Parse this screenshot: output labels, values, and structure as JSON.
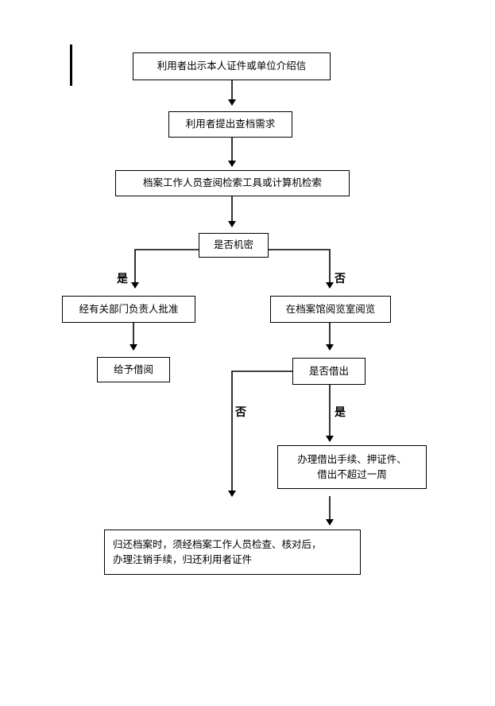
{
  "nodes": {
    "step1": "利用者出示本人证件或单位介绍信",
    "step2": "利用者提出查档需求",
    "step3": "档案工作人员查阅检索工具或计算机检索",
    "decision1": "是否机密",
    "secret_yes": "经有关部门负责人批准",
    "grant": "给予借阅",
    "secret_no": "在档案馆阅览室阅览",
    "decision2": "是否借出",
    "borrow_yes": "办理借出手续、押证件、\n借出不超过一周",
    "return": "归还档案时，须经档案工作人员检查、核对后，\n办理注销手续，归还利用者证件"
  },
  "labels": {
    "yes1": "是",
    "no1": "否",
    "no2": "否",
    "yes2": "是"
  }
}
